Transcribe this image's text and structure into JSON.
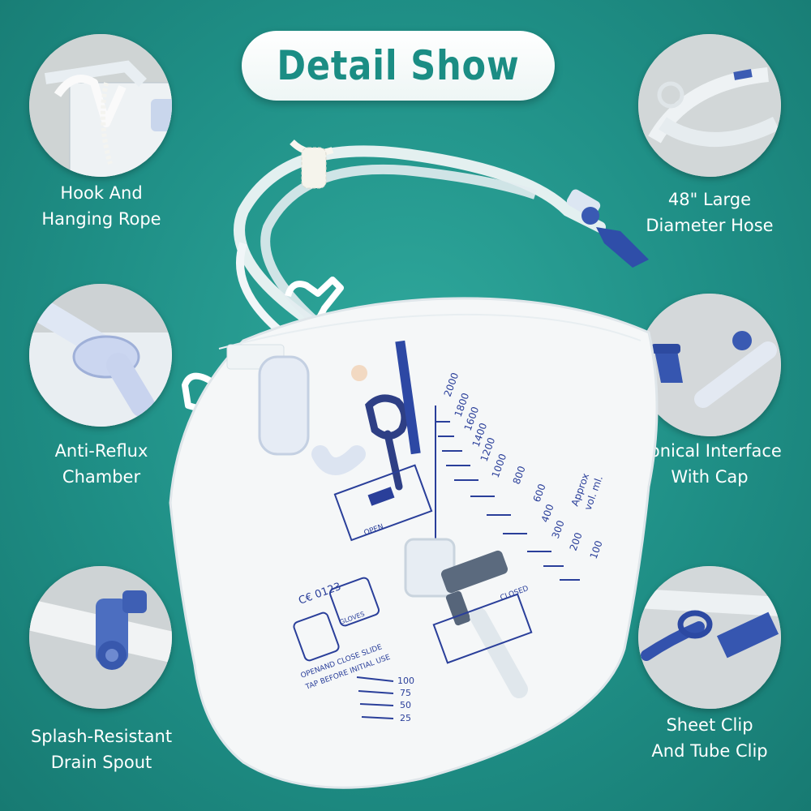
{
  "title": "Detail Show",
  "features": [
    {
      "line1": "Hook And",
      "line2": "Hanging Rope"
    },
    {
      "line1": "Anti-Reflux",
      "line2": "Chamber"
    },
    {
      "line1": "Splash-Resistant",
      "line2": "Drain Spout"
    },
    {
      "line1": "48\" Large",
      "line2": "Diameter Hose"
    },
    {
      "line1": "Conical Interface",
      "line2": "With Cap"
    },
    {
      "line1": "Sheet Clip",
      "line2": "And Tube Clip"
    }
  ],
  "bag": {
    "scale_major": [
      "2000",
      "1800",
      "1600",
      "1400",
      "1200",
      "1000",
      "800",
      "600",
      "400",
      "300",
      "200",
      "100"
    ],
    "approx_line1": "Approx",
    "approx_line2": "vol. ml.",
    "small_scale": [
      "100",
      "75",
      "50",
      "25"
    ],
    "ce_mark": "C€ 0123",
    "gloves_label": "GLOVES",
    "instruction_line1": "OPENAND CLOSE SLIDE",
    "instruction_line2": "TAP BEFORE INITIAL USE",
    "open_label": "OPEN",
    "closed_label": "CLOSED"
  },
  "colors": {
    "background": "#1f8f86",
    "title": "#1b8d84",
    "accent_blue": "#2a3f9a",
    "label": "#ffffff"
  }
}
